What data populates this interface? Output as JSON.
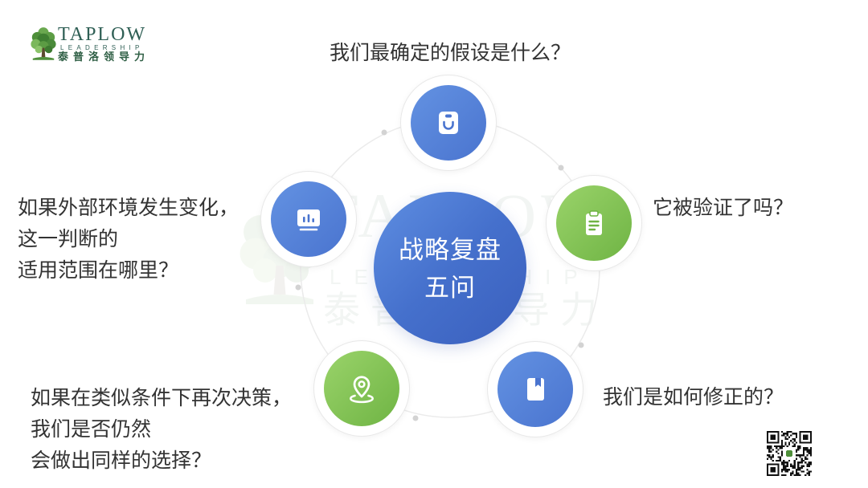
{
  "logo": {
    "brand": "TAPLOW",
    "subtitle": "LEADERSHIP",
    "chinese": "泰普洛领导力"
  },
  "watermark": {
    "brand": "TAPLOW",
    "subtitle": "LEADERSHIP",
    "chinese": "泰普洛领导力"
  },
  "hub": {
    "line1": "战略复盘",
    "line2": "五问"
  },
  "questions": [
    {
      "lines": [
        "我们最确定的假设是什么？"
      ],
      "icon": "tag-icon",
      "accent": "#4a74cf"
    },
    {
      "lines": [
        "它被验证了吗？"
      ],
      "icon": "clipboard-icon",
      "accent": "#6fb444"
    },
    {
      "lines": [
        "我们是如何修正的？"
      ],
      "icon": "book-icon",
      "accent": "#4a74cf"
    },
    {
      "lines": [
        "如果在类似条件下再次决策，",
        "我们是否仍然",
        "会做出同样的选择？"
      ],
      "icon": "location-pin-icon",
      "accent": "#6fb444"
    },
    {
      "lines": [
        "如果外部环境发生变化，",
        "这一判断的",
        "适用范围在哪里？"
      ],
      "icon": "presentation-chart-icon",
      "accent": "#4a74cf"
    }
  ],
  "colors": {
    "blue": "#4a74cf",
    "blue_light": "#6392e2",
    "green": "#6fb444",
    "green_light": "#9ad36a",
    "text": "#333333",
    "ring": "#e9e9e9",
    "brand": "#2f5f55"
  }
}
